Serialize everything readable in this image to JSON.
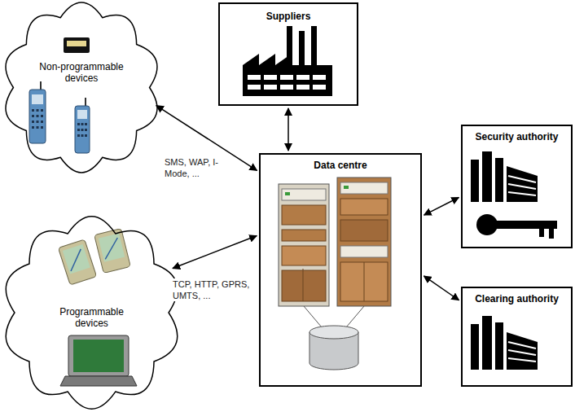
{
  "diagram": {
    "nodes": [
      {
        "text": [
          "Non-programmable devices"
        ]
      },
      {
        "text": [
          "Suppliers"
        ]
      },
      {
        "text": [
          "Data centre"
        ]
      },
      {
        "text": [
          "Security authority"
        ]
      },
      {
        "text": [
          "Programmable devices"
        ]
      },
      {
        "text": [
          "Clearing authority"
        ]
      }
    ],
    "edges": [
      {
        "from": 0,
        "to": 2,
        "arrow": "both",
        "label": "SMS, WAP, I-Mode, ..."
      },
      {
        "from": 1,
        "to": 2,
        "arrow": "both"
      },
      {
        "from": 2,
        "to": 3,
        "arrow": "both"
      },
      {
        "from": 4,
        "to": 2,
        "arrow": "both",
        "label": "TCP, HTTP, GPRS, UMTS, ..."
      },
      {
        "from": 2,
        "to": 5,
        "arrow": "both"
      }
    ]
  }
}
